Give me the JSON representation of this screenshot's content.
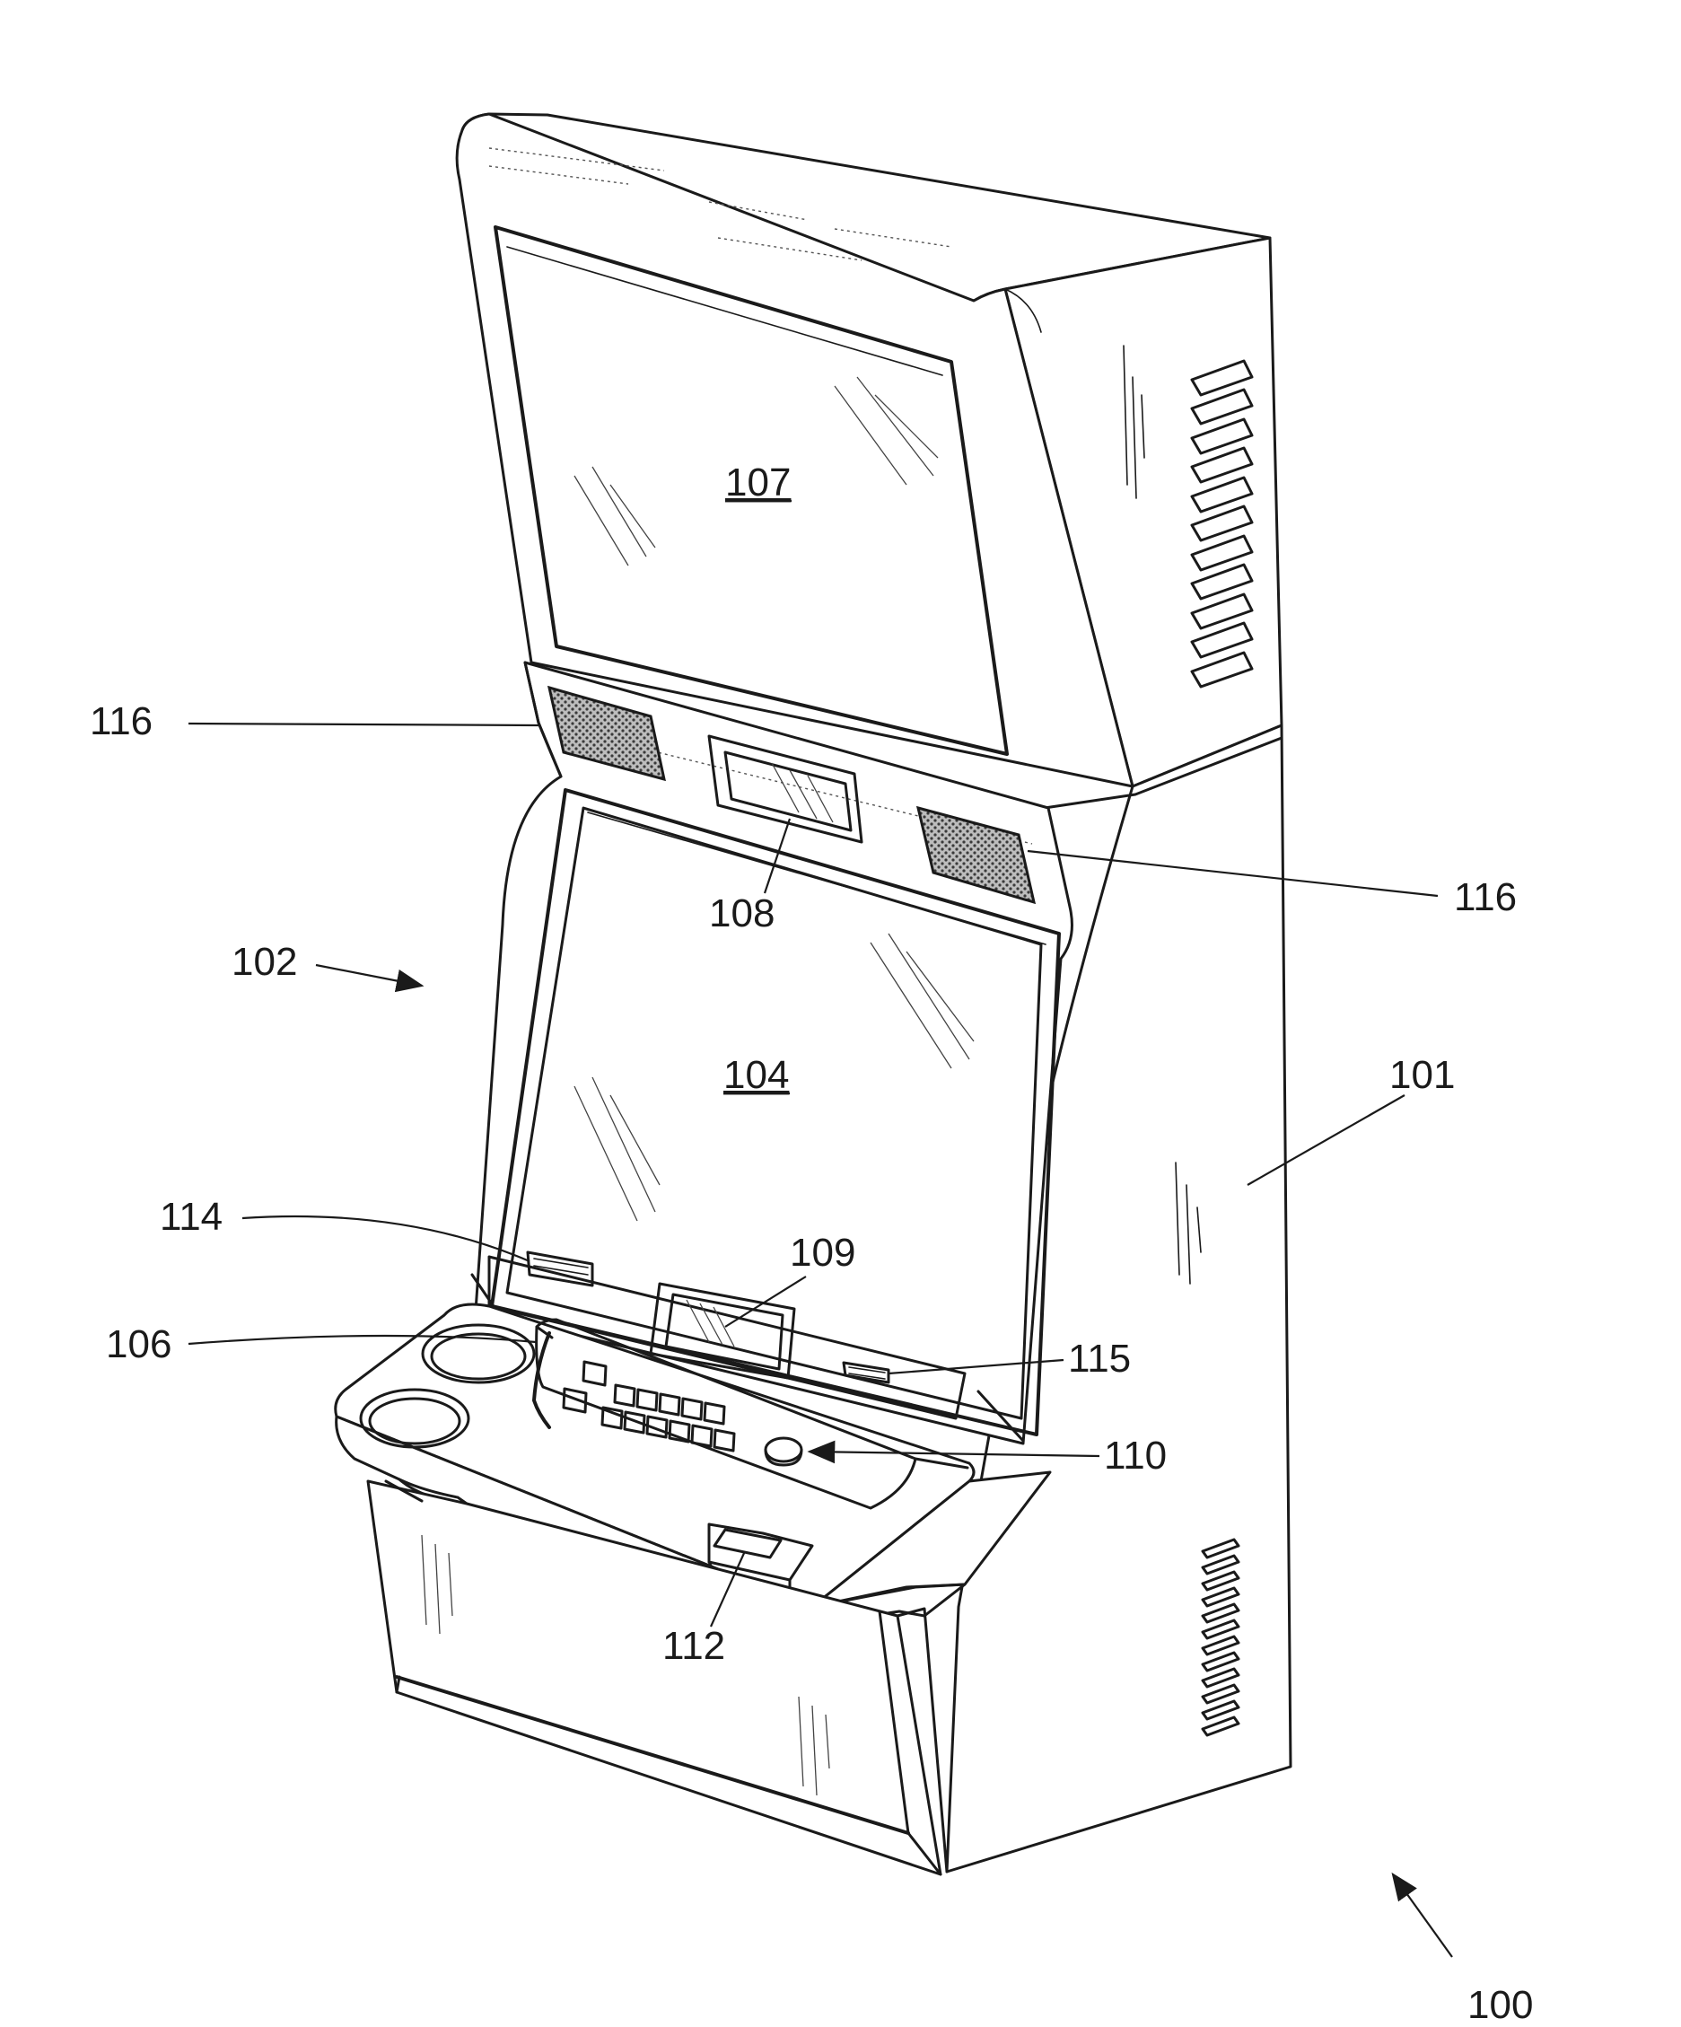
{
  "figure": {
    "labels": {
      "r100": "100",
      "r101": "101",
      "r102": "102",
      "r104": "104",
      "r106": "106",
      "r107": "107",
      "r108": "108",
      "r109": "109",
      "r110": "110",
      "r112": "112",
      "r114": "114",
      "r115": "115",
      "r116a": "116",
      "r116b": "116"
    },
    "underlined": [
      "107",
      "104"
    ]
  }
}
